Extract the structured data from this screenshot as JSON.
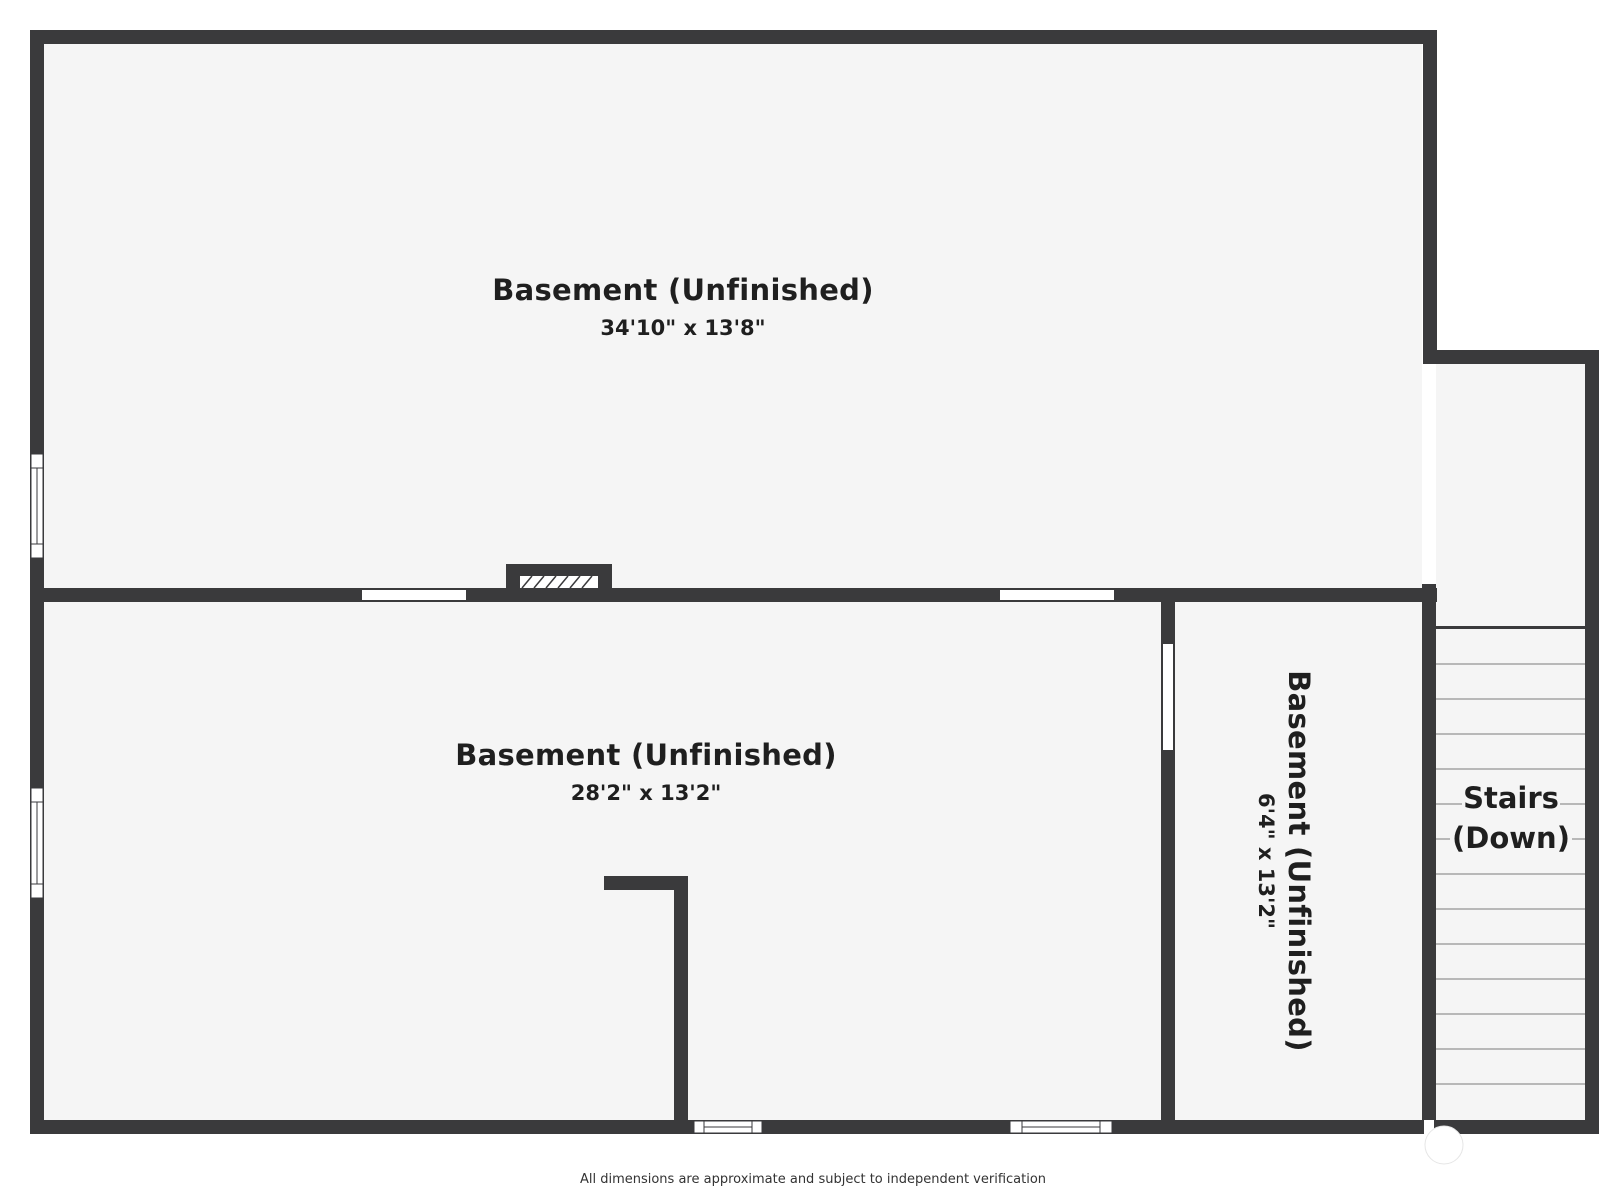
{
  "rooms": {
    "upper": {
      "name": "Basement (Unfinished)",
      "dims": "34'10\" x 13'8\""
    },
    "lower": {
      "name": "Basement (Unfinished)",
      "dims": "28'2\" x 13'2\""
    },
    "side": {
      "name": "Basement (Unfinished)",
      "dims": "6'4\" x 13'2\""
    }
  },
  "stairs": {
    "line1": "Stairs",
    "line2": "(Down)"
  },
  "disclaimer": "All dimensions are approximate and subject to independent verification",
  "colors": {
    "wall": "#3a3a3c",
    "floor": "#f5f5f5",
    "opening": "#ffffff",
    "stair_line": "#b8b8b8",
    "text": "#1f1f1f"
  }
}
